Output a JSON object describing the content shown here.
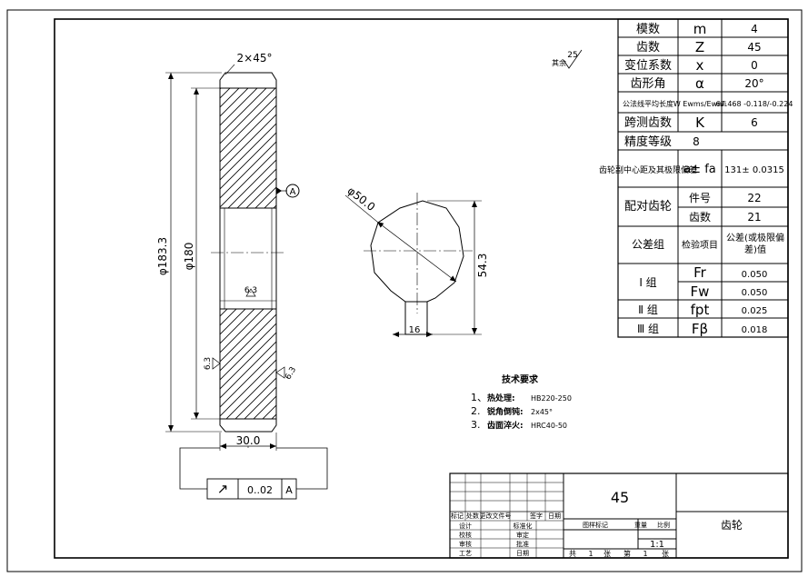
{
  "dims": {
    "chamfer": "2×45°",
    "dia_outer": "φ183.3",
    "dia_root": "φ180",
    "width": "30.0",
    "spline_dia": "φ50.0",
    "keyway_height": "54.3",
    "keyway_width": "16",
    "surface_roughness": "25",
    "roughness_bore": "6.3",
    "roughness_left": "6.3",
    "roughness_right": "6.3",
    "datum": "A",
    "rest_mark": "其余"
  },
  "tolerance_frame": {
    "symbol": "↗",
    "value": "0..02",
    "datum": "A"
  },
  "tech": {
    "title": "技术要求",
    "items": [
      {
        "num": "1、",
        "label": "热处理:",
        "value": "HB220-250"
      },
      {
        "num": "2.",
        "label": "锐角倒钝:",
        "value": "2x45°"
      },
      {
        "num": "3.",
        "label": "齿面淬火:",
        "value": "HRC40-50"
      }
    ]
  },
  "params": [
    {
      "name": "模数",
      "symbol": "m",
      "value": "4"
    },
    {
      "name": "齿数",
      "symbol": "Z",
      "value": "45"
    },
    {
      "name": "变位系数",
      "symbol": "x",
      "value": "0"
    },
    {
      "name": "齿形角",
      "symbol": "α",
      "value": "20°"
    },
    {
      "name": "公法线平均长度",
      "symbol": "W Ewms/Ewmi",
      "value": "67.468 -0.118/-0.224"
    },
    {
      "name": "跨测齿数",
      "symbol": "K",
      "value": "6"
    },
    {
      "name": "精度等级",
      "value": "8"
    },
    {
      "name": "齿轮副中心距及其极限偏差",
      "symbol": "a± fa",
      "value": "131± 0.0315"
    },
    {
      "name": "配对齿轮",
      "sub": [
        {
          "label": "件号",
          "value": "22"
        },
        {
          "label": "齿数",
          "value": "21"
        }
      ]
    }
  ],
  "tol_group": {
    "header": {
      "group": "公差组",
      "item": "检验项目",
      "value": "公差(或极限偏差)值"
    },
    "rows": [
      {
        "group": "Ⅰ 组",
        "item": "Fr",
        "value": "0.050"
      },
      {
        "group": "",
        "item": "Fw",
        "value": "0.050"
      },
      {
        "group": "Ⅱ 组",
        "item": "fpt",
        "value": "0.025"
      },
      {
        "group": "Ⅲ 组",
        "item": "Fβ",
        "value": "0.018"
      }
    ]
  },
  "title_block": {
    "material": "45",
    "part_name": "齿轮",
    "scale": "1:1",
    "rev_cols": [
      "标记",
      "处数",
      "更改文件号",
      "签字",
      "日期"
    ],
    "roles": [
      "设计",
      "校核",
      "审核",
      "工艺"
    ],
    "roles_mid": [
      "标准化",
      "审定",
      "批准",
      "日期"
    ],
    "stage_cols": [
      "图样标记",
      "重量",
      "比例"
    ],
    "sheet": {
      "total_label": "共",
      "total": "1",
      "zhang1": "张",
      "page_label": "第",
      "page": "1",
      "zhang2": "张"
    }
  }
}
